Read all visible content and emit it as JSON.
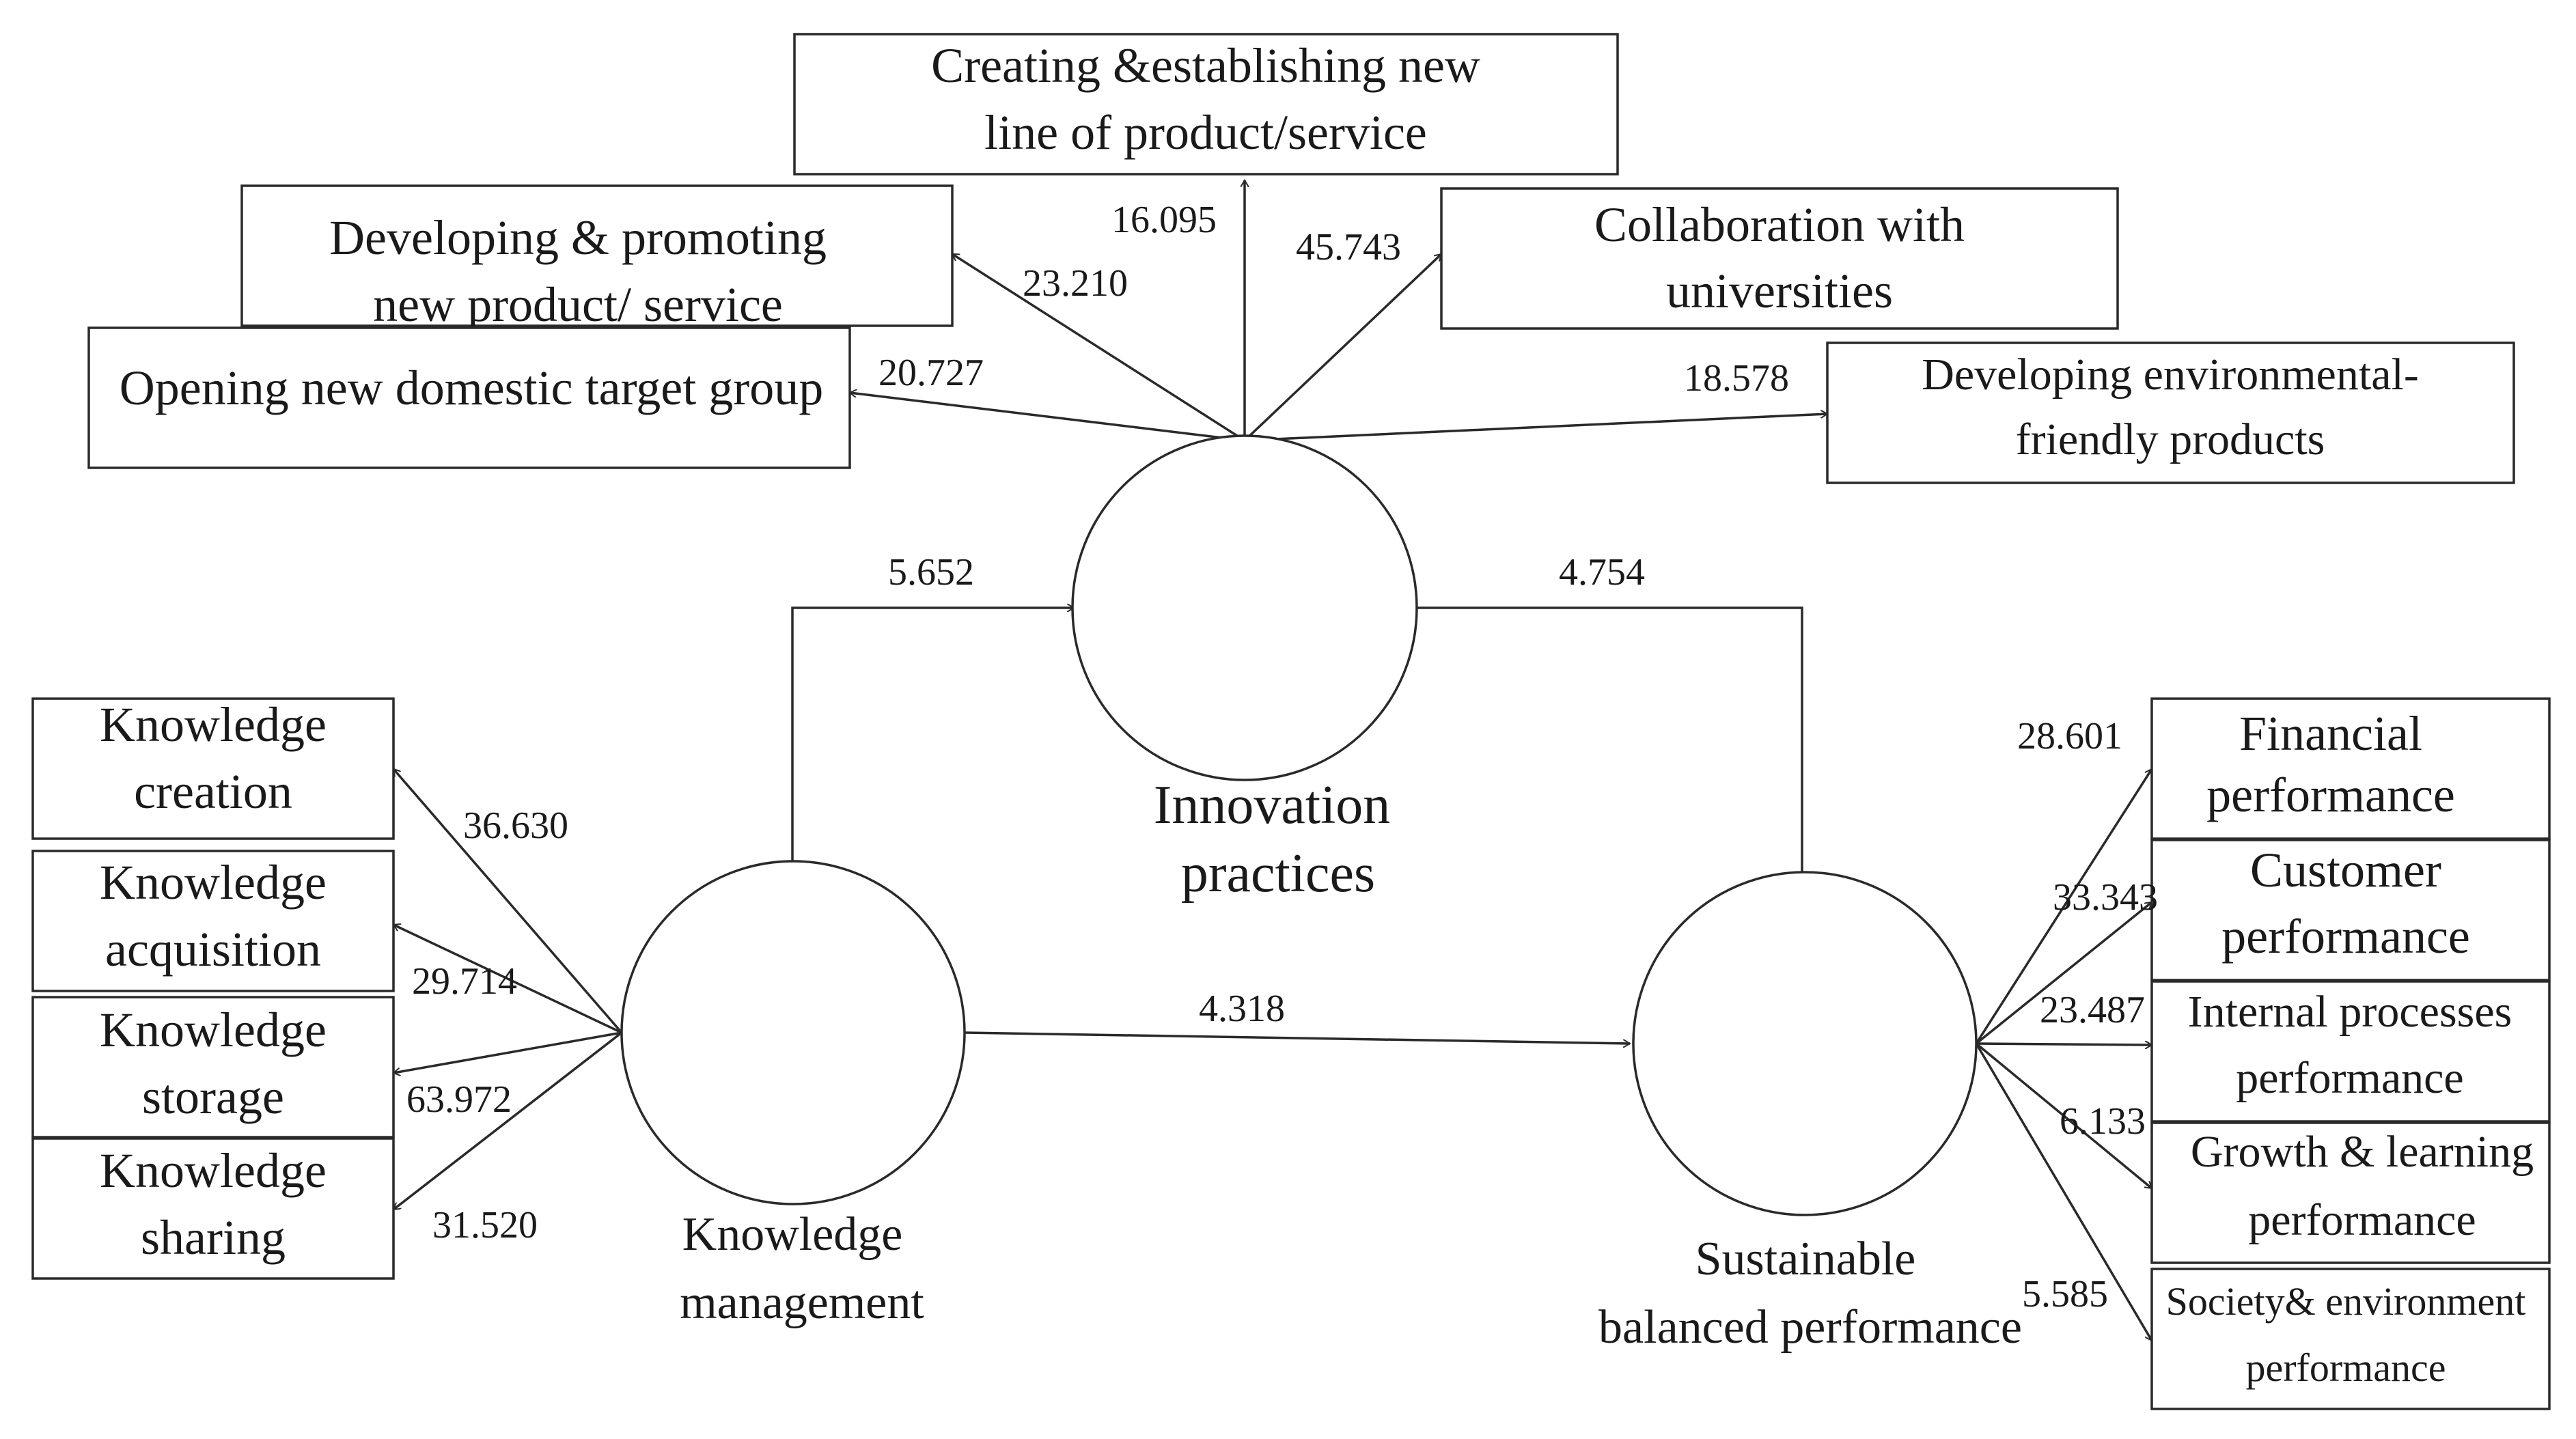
{
  "constructs": {
    "innovation": [
      "Innovation",
      "practices"
    ],
    "knowledge": [
      "Knowledge",
      "management"
    ],
    "sustainable": [
      "Sustainable",
      "balanced performance"
    ]
  },
  "indicators": {
    "creating": [
      "Creating &establishing new",
      "line of product/service"
    ],
    "developing": [
      "Developing & promoting",
      "new product/ service"
    ],
    "opening": [
      "Opening new domestic target group"
    ],
    "collaboration": [
      "Collaboration with",
      "universities"
    ],
    "environmental": [
      "Developing environmental-",
      "friendly products"
    ],
    "k_creation": [
      "Knowledge",
      "creation"
    ],
    "k_acquisition": [
      "Knowledge",
      "acquisition"
    ],
    "k_storage": [
      "Knowledge",
      "storage"
    ],
    "k_sharing": [
      "Knowledge",
      "sharing"
    ],
    "financial": [
      "Financial",
      "performance"
    ],
    "customer": [
      "Customer",
      "performance"
    ],
    "internal": [
      "Internal processes",
      "performance"
    ],
    "growth": [
      "Growth & learning",
      "performance"
    ],
    "society": [
      "Society& environment",
      "performance"
    ]
  },
  "coefficients": {
    "creating": "16.095",
    "developing": "23.210",
    "opening": "20.727",
    "collaboration": "45.743",
    "environmental": "18.578",
    "km_to_ip": "5.652",
    "ip_to_sbp": "4.754",
    "km_to_sbp": "4.318",
    "k_creation": "36.630",
    "k_acquisition": "29.714",
    "k_storage": "63.972",
    "k_sharing": "31.520",
    "financial": "28.601",
    "customer": "33.343",
    "internal": "23.487",
    "growth": "6.133",
    "society": "5.585"
  }
}
